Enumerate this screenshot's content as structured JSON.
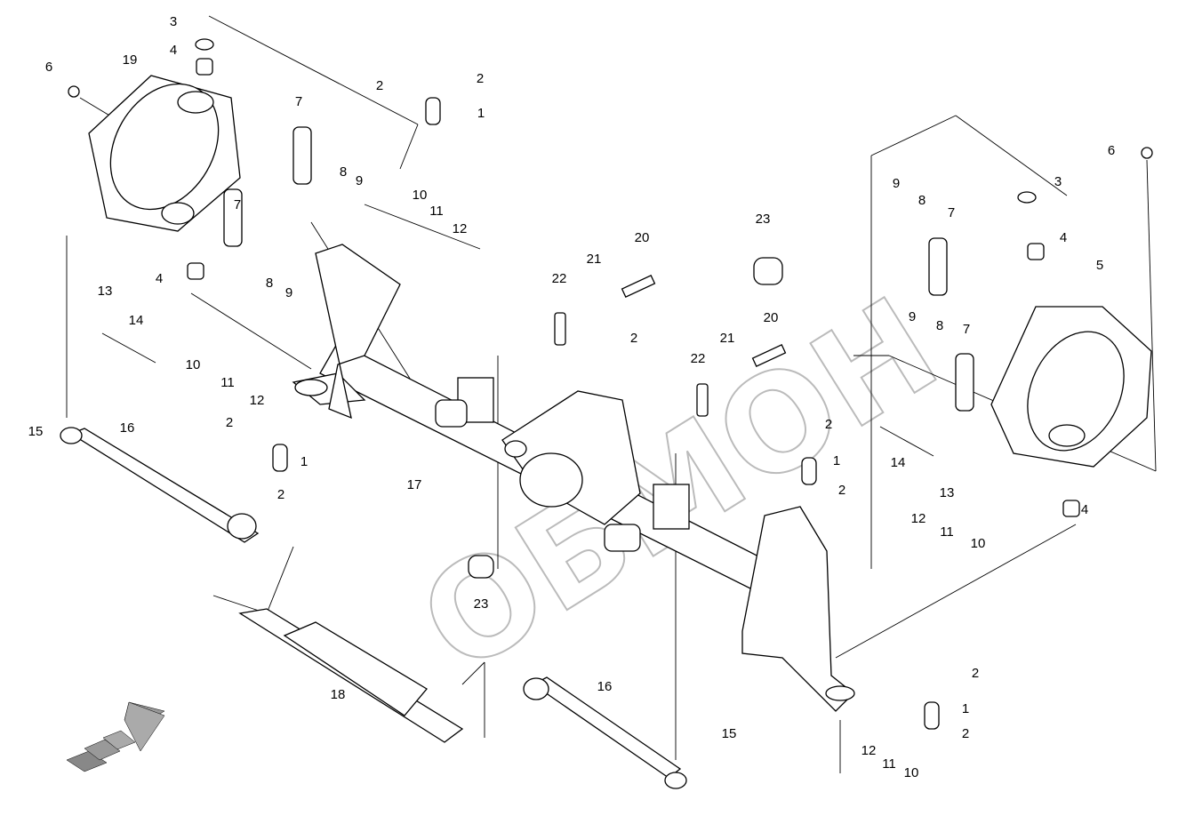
{
  "diagram": {
    "type": "exploded parts diagram",
    "watermark": "ОБМОН",
    "callouts": [
      "3",
      "4",
      "6",
      "19",
      "2",
      "2",
      "1",
      "7",
      "8",
      "9",
      "10",
      "11",
      "12",
      "7",
      "4",
      "8",
      "9",
      "13",
      "14",
      "10",
      "11",
      "12",
      "2",
      "1",
      "2",
      "15",
      "16",
      "17",
      "22",
      "21",
      "20",
      "23",
      "2",
      "20",
      "21",
      "22",
      "23",
      "18",
      "16",
      "15",
      "9",
      "8",
      "7",
      "3",
      "6",
      "4",
      "5",
      "9",
      "8",
      "7",
      "2",
      "1",
      "2",
      "14",
      "13",
      "4",
      "12",
      "11",
      "10",
      "2",
      "1",
      "2",
      "12",
      "11",
      "10"
    ],
    "direction_arrow": "front-direction-arrow"
  }
}
